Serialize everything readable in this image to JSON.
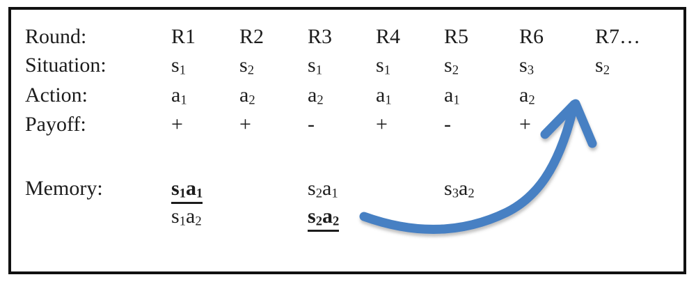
{
  "figure": {
    "description": "Round history table with memory states and a curved arrow from memory item s2a2 to round R7"
  },
  "colors": {
    "arrow": "#4680c3",
    "text": "#1c1c1c",
    "border": "#111111"
  },
  "table": {
    "rows": [
      {
        "label": "Round:",
        "cells": [
          "R1",
          "R2",
          "R3",
          "R4",
          "R5",
          "R6",
          "R7…"
        ]
      },
      {
        "label": "Situation:",
        "cells": [
          "s_1",
          "s_2",
          "s_1",
          "s_1",
          "s_2",
          "s_3",
          "s_2"
        ]
      },
      {
        "label": "Action:",
        "cells": [
          "a_1",
          "a_2",
          "a_2",
          "a_1",
          "a_1",
          "a_2",
          ""
        ]
      },
      {
        "label": "Payoff:",
        "cells": [
          "+",
          "+",
          "-",
          "+",
          "-",
          "+",
          ""
        ]
      }
    ]
  },
  "memory": {
    "label": "Memory:",
    "row1": [
      {
        "token": "s_1a_1",
        "emphasized": true,
        "column": "R1"
      },
      {
        "token": "s_2a_1",
        "emphasized": false,
        "column": "R3"
      },
      {
        "token": "s_3a_2",
        "emphasized": false,
        "column": "R5"
      }
    ],
    "row2": [
      {
        "token": "s_1a_2",
        "emphasized": false,
        "column": "R1"
      },
      {
        "token": "s_2a_2",
        "emphasized": true,
        "column": "R3"
      }
    ]
  },
  "arrow": {
    "meaning": "points from memory entry s2a2 toward round R7"
  }
}
